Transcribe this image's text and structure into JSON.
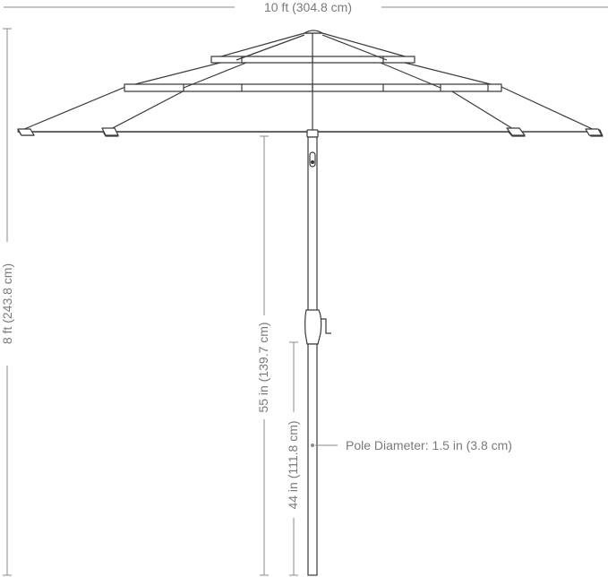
{
  "dimensions": {
    "width_label": "10 ft (304.8 cm)",
    "height_label": "8 ft (243.8 cm)",
    "crank_height_label": "55 in (139.7 cm)",
    "tilt_height_label": "44 in (111.8 cm)",
    "pole_diameter_label": "Pole Diameter: 1.5 in (3.8 cm)"
  },
  "colors": {
    "line": "#3a3a3a",
    "dimension": "#8a8a8a",
    "text": "#7a7a7a",
    "canopy_fill": "#ffffff"
  }
}
